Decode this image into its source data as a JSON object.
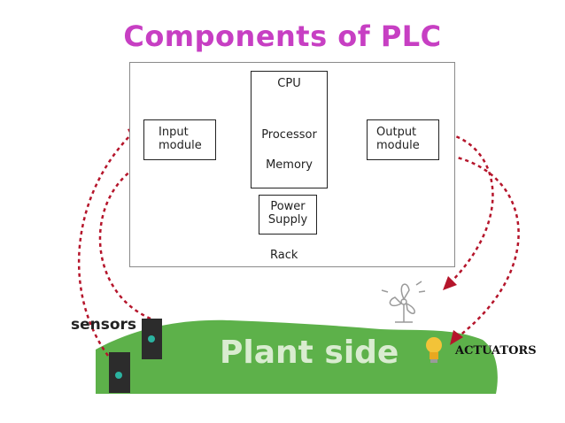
{
  "title": "Components of PLC",
  "rack_label": "Rack",
  "cpu": {
    "title": "CPU",
    "processor": "Processor",
    "memory": "Memory"
  },
  "input_module": {
    "line1": "Input",
    "line2": "module"
  },
  "output_module": {
    "line1": "Output",
    "line2": "module"
  },
  "power_supply": {
    "line1": "Power",
    "line2": "Supply"
  },
  "plant_side": "Plant side",
  "sensors": "sensors",
  "actuators": "ACTUATORS",
  "colors": {
    "title": "#c73fc3",
    "signal_arrow": "#b5152b",
    "power_line": "#e8c24a",
    "terminal": "#5a1e8c",
    "plant_green": "#5db14a",
    "sensor_dark": "#2c2c2c",
    "sensor_led": "#2bb3a0"
  },
  "icons": [
    "fan-icon",
    "light-bulb-icon",
    "sensor-icon"
  ]
}
